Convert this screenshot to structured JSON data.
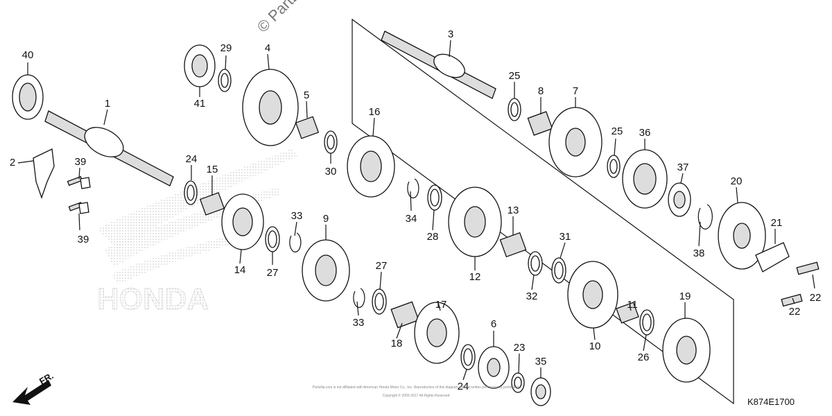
{
  "watermark": "© Partzilla",
  "diagram_code": "K874E1700",
  "front_label": "FR.",
  "brand_text": "HONDA",
  "footer_line1": "Partzilla.com is not affiliated with American Honda Motor Co., Inc. Reproduction of this diagram without written permission is prohibited.",
  "footer_line2": "Copyright © 2000-2017 All Rights Reserved",
  "callouts": [
    "1",
    "2",
    "3",
    "4",
    "5",
    "6",
    "7",
    "8",
    "9",
    "10",
    "11",
    "12",
    "13",
    "14",
    "15",
    "16",
    "17",
    "18",
    "19",
    "20",
    "21",
    "22",
    "22",
    "23",
    "24",
    "24",
    "25",
    "25",
    "26",
    "27",
    "27",
    "28",
    "29",
    "30",
    "31",
    "32",
    "33",
    "33",
    "34",
    "35",
    "36",
    "37",
    "38",
    "39",
    "39",
    "40",
    "41"
  ]
}
